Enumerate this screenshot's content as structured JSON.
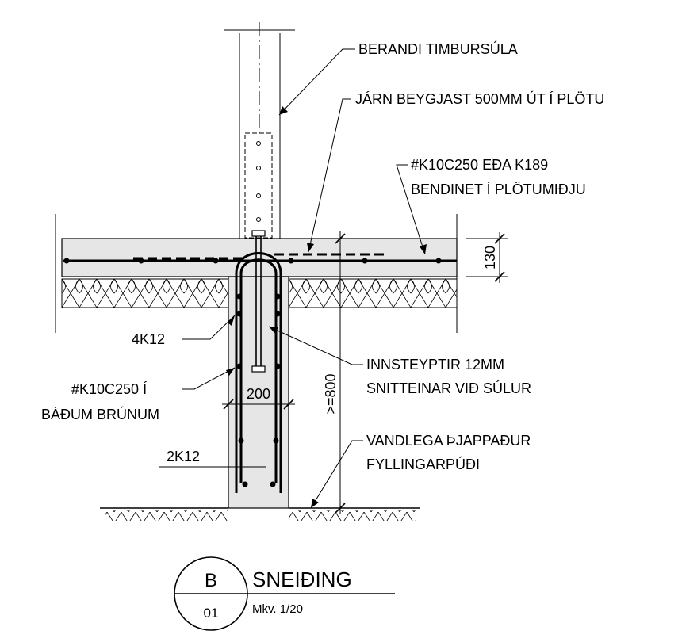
{
  "labels": {
    "column": "BERANDI TIMBURSÚLA",
    "bend_bars": "JÁRN BEYGJAST 500MM ÚT Í PLÖTU",
    "mesh_line1": "#K10C250 EÐA K189",
    "mesh_line2": "BENDINET Í PLÖTUMIÐJU",
    "bars_4k12": "4K12",
    "stirrups_line1": "#K10C250 Í",
    "stirrups_line2": "BÁÐUM BRÚNUM",
    "bolts_line1": "INNSTEYPTIR 12MM",
    "bolts_line2": "SNITTEINAR VIÐ SÚLUR",
    "bars_2k12": "2K12",
    "fill_line1": "VANDLEGA ÞJAPPAÐUR",
    "fill_line2": "FYLLINGARPÚÐI"
  },
  "dimensions": {
    "slab_thickness": "130",
    "footing_width": "200",
    "footing_depth": ">=800"
  },
  "title_block": {
    "detail_letter": "B",
    "sheet_number": "01",
    "title": "SNEIÐING",
    "scale": "Mkv. 1/20"
  }
}
